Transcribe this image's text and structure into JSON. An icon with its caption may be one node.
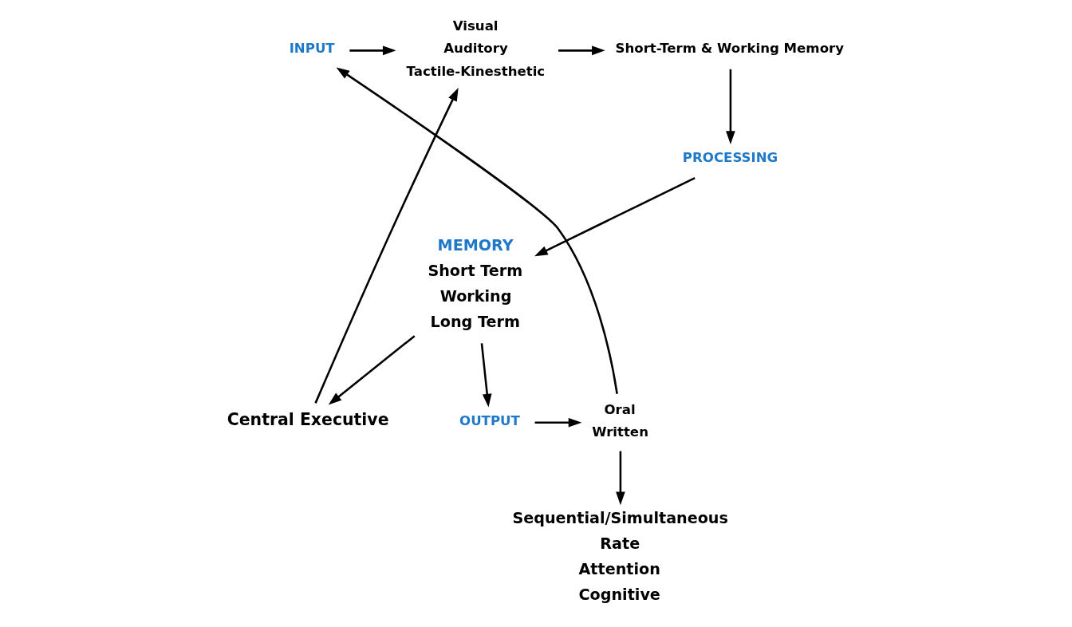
{
  "diagram": {
    "nodes": [
      {
        "text": [
          "Short-Term & Working Memory"
        ]
      },
      {
        "text": [
          "Visual",
          "Auditory",
          "Tactile-Kinesthetic"
        ]
      },
      {
        "text": [
          "INPUT"
        ]
      },
      {
        "text": [
          "PROCESSING"
        ]
      },
      {
        "text": [
          "Central Executive"
        ]
      },
      {
        "text": [
          "MEMORY",
          "Short Term",
          "Working",
          "Long Term"
        ]
      },
      {
        "text": [
          "OUTPUT"
        ]
      },
      {
        "text": [
          "Oral",
          "Written"
        ]
      },
      {
        "text": [
          "Sequential/Simultaneous",
          "Rate",
          "Attention",
          "Cognitive"
        ]
      }
    ],
    "edges": [
      {
        "from": 1,
        "to": 0,
        "arrow": "to"
      },
      {
        "from": 2,
        "to": 1,
        "arrow": "to"
      },
      {
        "from": 0,
        "to": 3,
        "arrow": "to"
      },
      {
        "from": 3,
        "to": 5,
        "arrow": "to"
      },
      {
        "from": 4,
        "to": 1,
        "arrow": "to"
      },
      {
        "from": 5,
        "to": 4,
        "arrow": "to"
      },
      {
        "from": 5,
        "to": 6,
        "arrow": "to"
      },
      {
        "from": 6,
        "to": 7,
        "arrow": "to"
      },
      {
        "from": 7,
        "to": 2,
        "arrow": "to"
      },
      {
        "from": 7,
        "to": 8,
        "arrow": "to"
      }
    ]
  }
}
